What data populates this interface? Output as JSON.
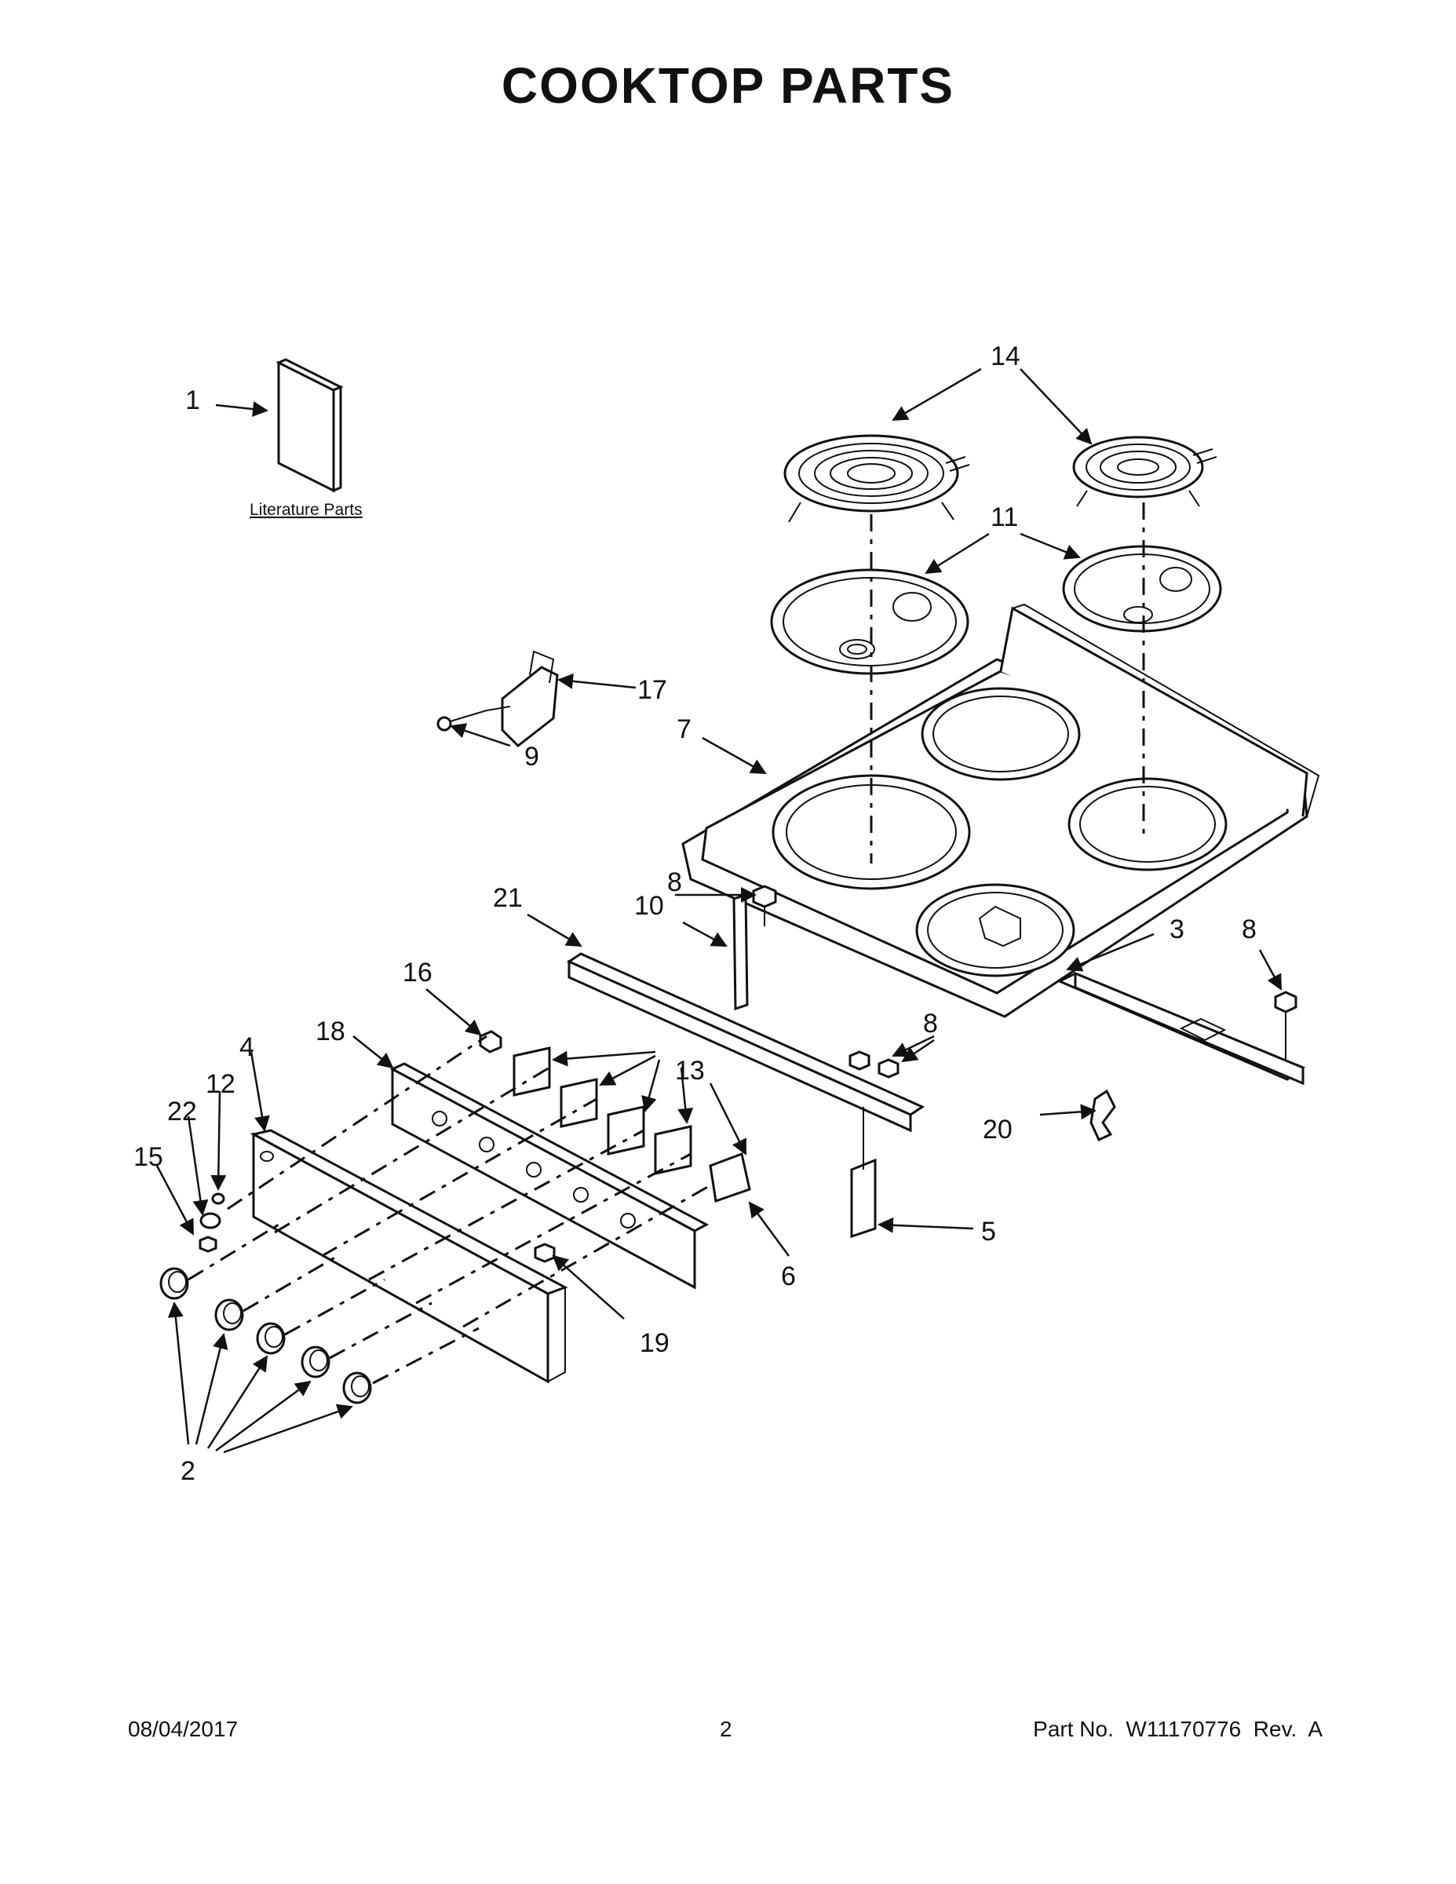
{
  "title": "COOKTOP PARTS",
  "literature_label": "Literature Parts",
  "callouts": {
    "c1": "1",
    "c2": "2",
    "c3": "3",
    "c4": "4",
    "c5": "5",
    "c6": "6",
    "c7": "7",
    "c8a": "8",
    "c8b": "8",
    "c8c": "8",
    "c9": "9",
    "c10": "10",
    "c11": "11",
    "c12": "12",
    "c13": "13",
    "c14": "14",
    "c15": "15",
    "c16": "16",
    "c17": "17",
    "c18": "18",
    "c19": "19",
    "c20": "20",
    "c21": "21",
    "c22": "22"
  },
  "footer": {
    "date": "08/04/2017",
    "page": "2",
    "part": "Part No.  W11170776  Rev.  A"
  }
}
